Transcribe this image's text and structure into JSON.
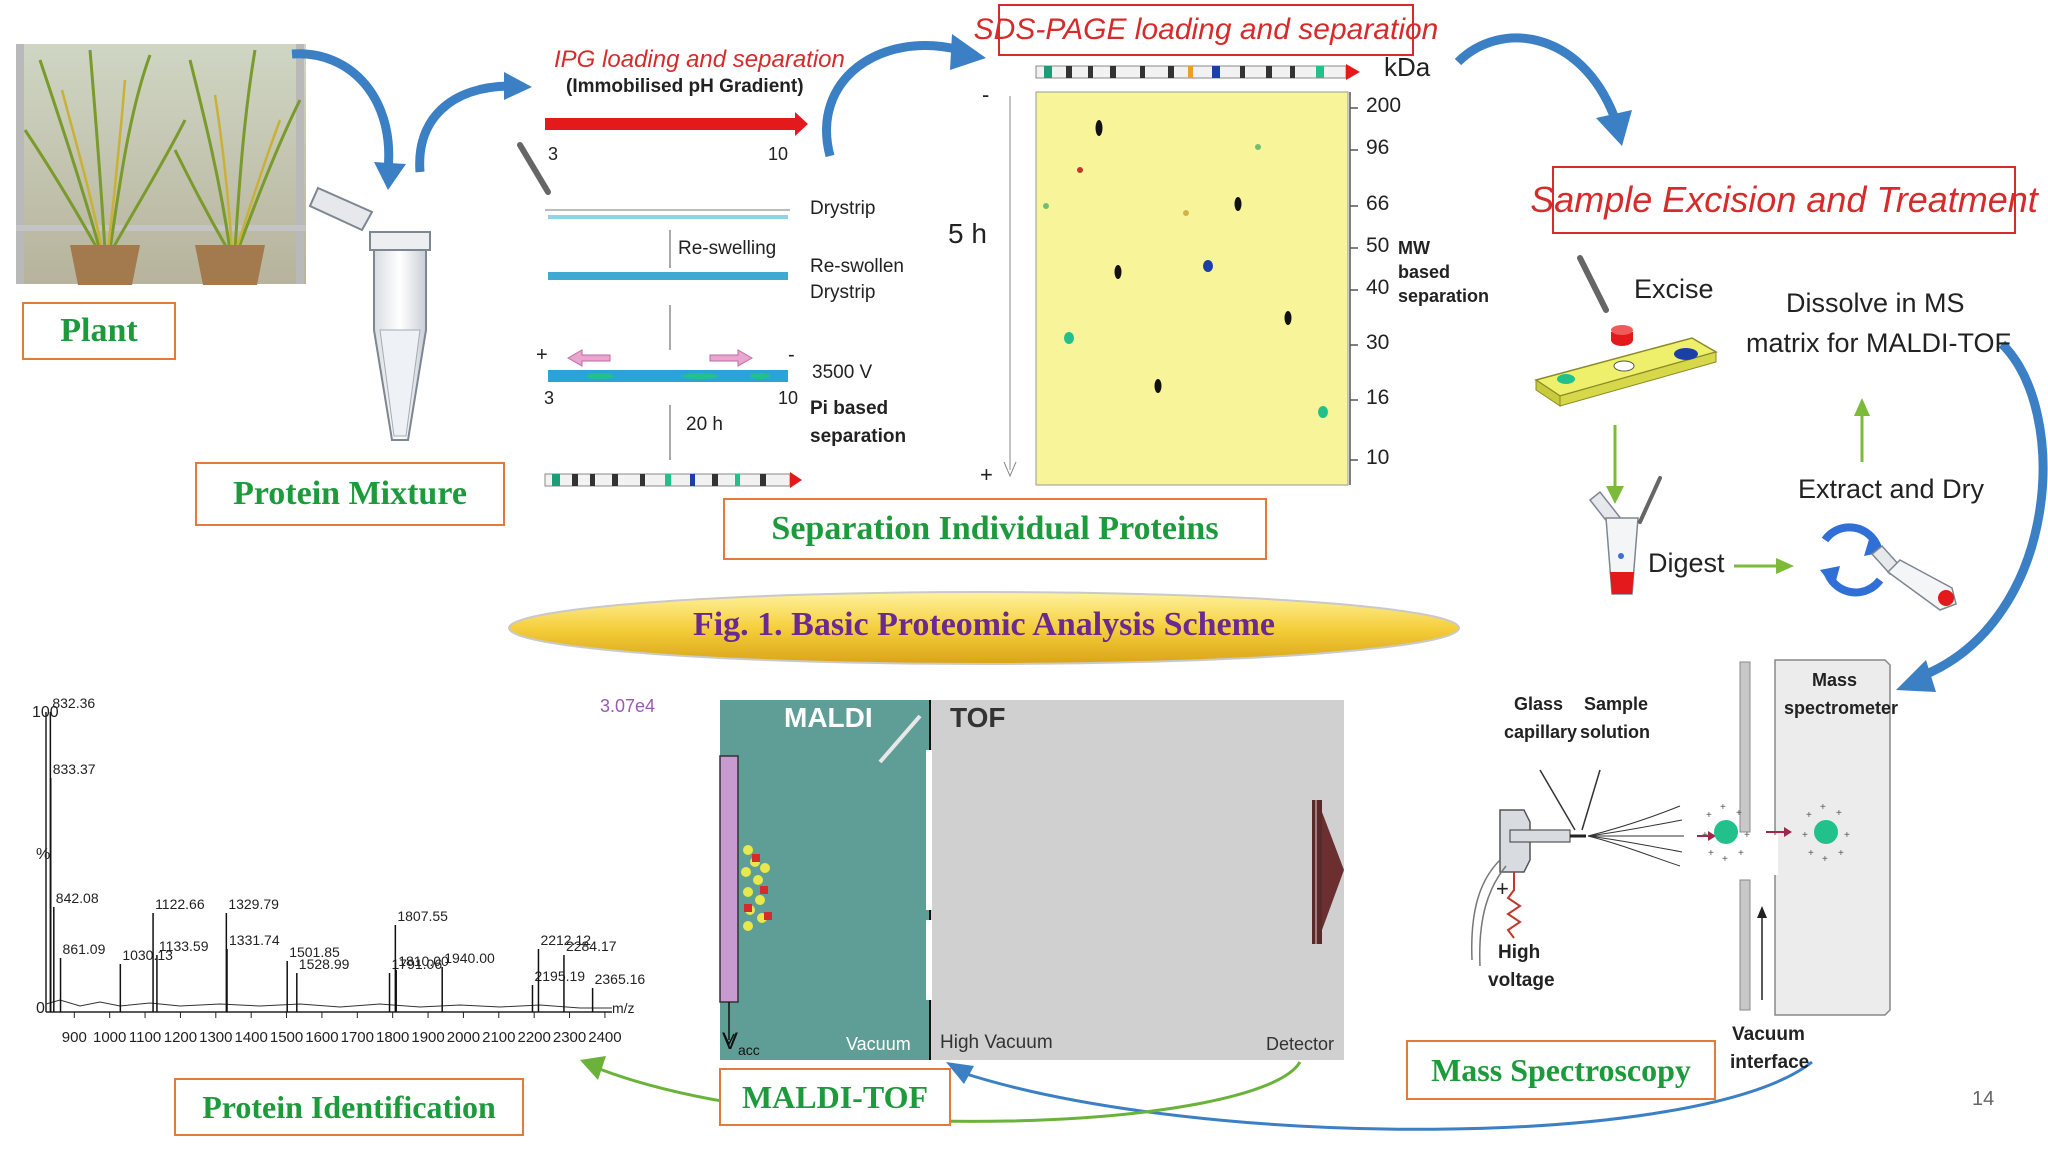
{
  "figure_title": "Fig. 1. Basic Proteomic Analysis Scheme",
  "page_number": "14",
  "labels": {
    "plant": "Plant",
    "protein_mixture": "Protein Mixture",
    "separation": "Separation Individual Proteins",
    "protein_identification": "Protein Identification",
    "maldi_tof": "MALDI-TOF",
    "mass_spectroscopy": "Mass Spectroscopy"
  },
  "ipg": {
    "title": "IPG loading and separation",
    "subtitle": "(Immobilised pH Gradient)",
    "ph_start": "3",
    "ph_end": "10",
    "drystrip": "Drystrip",
    "reswelling": "Re-swelling",
    "reswollen_line1": "Re-swollen",
    "reswollen_line2": "Drystrip",
    "plus": "+",
    "minus": "-",
    "voltage": "3500 V",
    "ph_start2": "3",
    "ph_end2": "10",
    "duration": "20 h",
    "pi_line1": "Pi based",
    "pi_line2": "separation"
  },
  "sds": {
    "title": "SDS-PAGE loading and separation",
    "kda": "kDa",
    "minus": "-",
    "plus": "+",
    "time": "5 h",
    "mw_ticks": [
      "200",
      "96",
      "66",
      "50",
      "40",
      "30",
      "16",
      "10"
    ],
    "mw_line1": "MW",
    "mw_line2": "based",
    "mw_line3": "separation"
  },
  "excision": {
    "title": "Sample Excision and Treatment",
    "excise": "Excise",
    "dissolve_line1": "Dissolve in MS",
    "dissolve_line2": "matrix for MALDI-TOF",
    "extract": "Extract and Dry",
    "digest": "Digest"
  },
  "esi": {
    "glass_line1": "Glass",
    "glass_line2": "capillary",
    "sample_line1": "Sample",
    "sample_line2": "solution",
    "mass_line1": "Mass",
    "mass_line2": "spectrometer",
    "high_line1": "High",
    "high_line2": "voltage",
    "vacuum_line1": "Vacuum",
    "vacuum_line2": "interface",
    "plus": "+"
  },
  "maldi": {
    "maldi": "MALDI",
    "tof": "TOF",
    "vacuum": "Vacuum",
    "high_vacuum": "High Vacuum",
    "detector": "Detector",
    "vacc": "V",
    "vacc_sub": "acc"
  },
  "spectrum": {
    "intensity_label": "3.07e4",
    "y_top": "100",
    "y_pct": "%",
    "y_zero": "0",
    "x_unit": "m/z",
    "x_ticks": [
      "900",
      "1000",
      "1100",
      "1200",
      "1300",
      "1400",
      "1500",
      "1600",
      "1700",
      "1800",
      "1900",
      "2000",
      "2100",
      "2200",
      "2300",
      "2400"
    ],
    "peaks": [
      {
        "mz": "832.36",
        "rel": 100
      },
      {
        "mz": "833.37",
        "rel": 78
      },
      {
        "mz": "842.08",
        "rel": 35
      },
      {
        "mz": "861.09",
        "rel": 18
      },
      {
        "mz": "1030.13",
        "rel": 16
      },
      {
        "mz": "1122.66",
        "rel": 33
      },
      {
        "mz": "1133.59",
        "rel": 19
      },
      {
        "mz": "1329.79",
        "rel": 33
      },
      {
        "mz": "1331.74",
        "rel": 21
      },
      {
        "mz": "1501.85",
        "rel": 17
      },
      {
        "mz": "1528.99",
        "rel": 13
      },
      {
        "mz": "1791.06",
        "rel": 13
      },
      {
        "mz": "1807.55",
        "rel": 29
      },
      {
        "mz": "1810.00",
        "rel": 14
      },
      {
        "mz": "1940.00",
        "rel": 15
      },
      {
        "mz": "2195.19",
        "rel": 9
      },
      {
        "mz": "2212.12",
        "rel": 21
      },
      {
        "mz": "2284.17",
        "rel": 19
      },
      {
        "mz": "2365.16",
        "rel": 8
      }
    ]
  },
  "colors": {
    "label_border": "#e27a3b",
    "label_text": "#1d9a3c",
    "title_text": "#6b2a8f",
    "red_accent": "#d62b2b",
    "arrow_blue": "#3b7fc4",
    "arrow_green": "#6bb23a",
    "gel_fill": "#f8f49a",
    "maldi_teal": "#5f9e96"
  }
}
